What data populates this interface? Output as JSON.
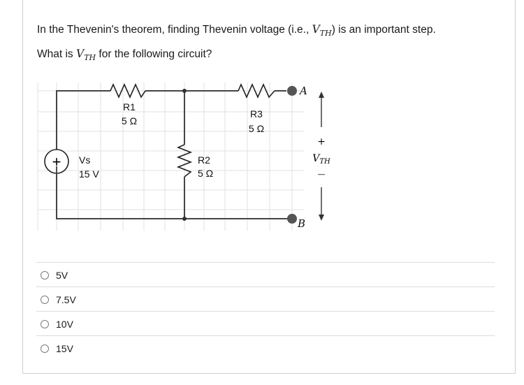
{
  "question": {
    "line1_prefix": "In the Thevenin's theorem, finding Thevenin voltage (i.e., ",
    "line1_var": "V",
    "line1_sub": "TH",
    "line1_suffix": ") is an important step.",
    "line2_prefix": "What is ",
    "line2_var": "V",
    "line2_sub": "TH",
    "line2_suffix": " for the following circuit?"
  },
  "circuit": {
    "source_name": "Vs",
    "source_value": "15 V",
    "r1_name": "R1",
    "r1_value": "5 Ω",
    "r2_name": "R2",
    "r2_value": "5 Ω",
    "r3_name": "R3",
    "r3_value": "5 Ω",
    "terminal_a": "A",
    "terminal_b": "B",
    "vth_plus": "+",
    "vth_var": "V",
    "vth_sub": "TH",
    "vth_minus": "—"
  },
  "options": [
    {
      "label": "5V"
    },
    {
      "label": "7.5V"
    },
    {
      "label": "10V"
    },
    {
      "label": "15V"
    }
  ]
}
